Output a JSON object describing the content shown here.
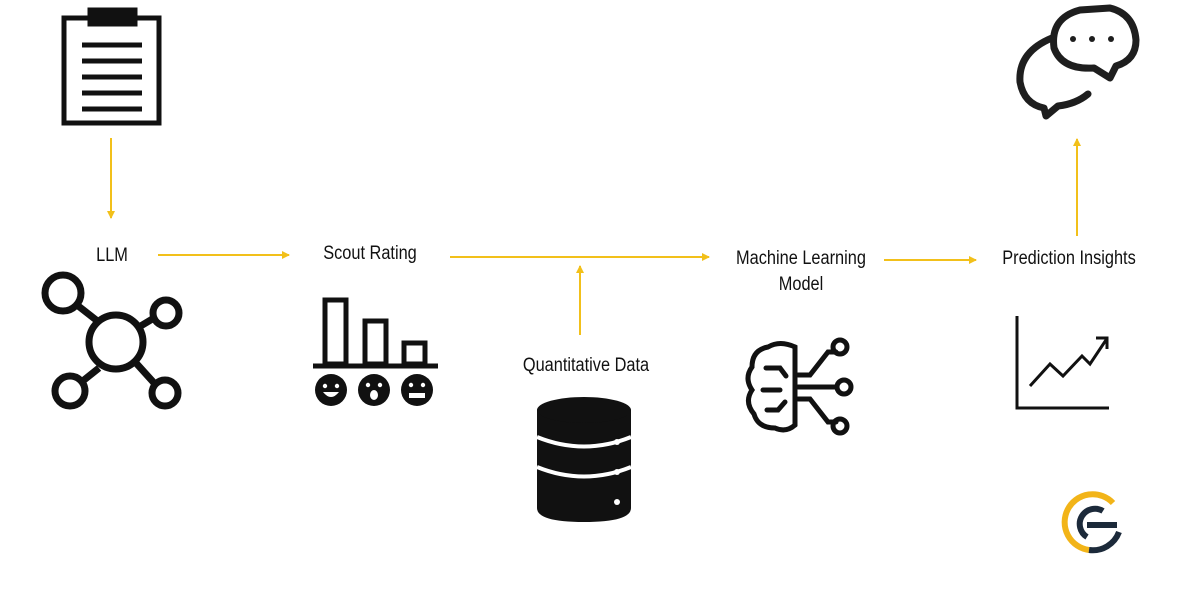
{
  "colors": {
    "arrow": "#f2c01a",
    "icon": "#111111",
    "background": "#ffffff",
    "logo_accent": "#f2b418",
    "logo_dark": "#1c2a3a"
  },
  "nodes": {
    "llm": {
      "label": "LLM",
      "icon": "network-graph-icon"
    },
    "scout_rating": {
      "label": "Scout Rating",
      "icon": "bar-chart-with-emoji-faces-icon"
    },
    "quantitative_data": {
      "label": "Quantitative Data",
      "icon": "database-icon"
    },
    "ml_model": {
      "label_line1": "Machine  Learning",
      "label_line2": "Model",
      "icon": "ai-brain-circuit-icon"
    },
    "prediction_insights": {
      "label": "Prediction Insights",
      "icon": "line-graph-trend-icon"
    },
    "document": {
      "icon": "clipboard-icon"
    },
    "output": {
      "icon": "chat-bubbles-icon"
    }
  },
  "logo": {
    "icon": "g-logo-icon"
  }
}
